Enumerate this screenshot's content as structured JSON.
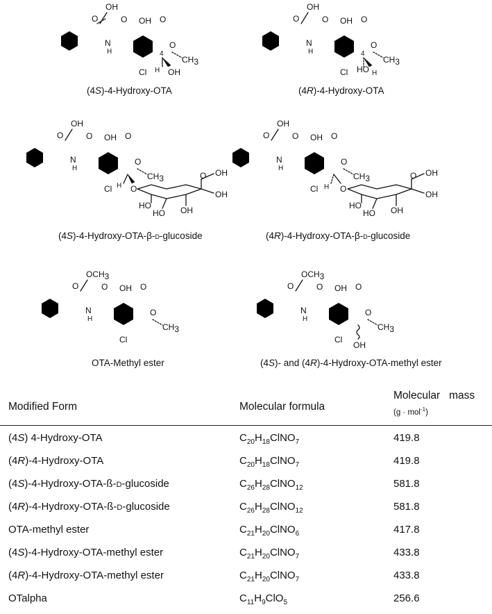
{
  "structures": [
    {
      "caption_pre": "(4",
      "caption_ital": "S",
      "caption_post": ")-4-Hydroxy-OTA",
      "acid": "O",
      "oh": "OH",
      "hyd": "OH",
      "n": "N",
      "h": "H",
      "cl": "Cl",
      "me": "CH",
      "me_sub": "3",
      "ring_o": "O",
      "carbonyl": "O",
      "oh4": "OH",
      "locant": "4",
      "h4": "H",
      "o_ring2": "O"
    },
    {
      "caption_pre": "(4",
      "caption_ital": "R",
      "caption_post": ")-4-Hydroxy-OTA"
    },
    {
      "caption_pre": "(4",
      "caption_ital": "S",
      "caption_post": ")-4-Hydroxy-OTA-β-",
      "caption_sc": "d",
      "caption_tail": "-glucoside"
    },
    {
      "caption_pre": "(4",
      "caption_ital": "R",
      "caption_post": ")-4-Hydroxy-OTA-β-",
      "caption_sc": "d",
      "caption_tail": "-glucoside"
    },
    {
      "caption_pre": "OTA-Methyl ester"
    },
    {
      "caption_pre": "(4",
      "caption_ital": "S",
      "caption_post": ")- and (4",
      "caption_ital2": "R",
      "caption_tail": ")-4-Hydroxy-OTA-methyl ester"
    }
  ],
  "atoms": {
    "O": "O",
    "OH": "OH",
    "N": "N",
    "H": "H",
    "Cl": "Cl",
    "CH": "CH",
    "three": "3",
    "four": "4",
    "OCH": "OCH"
  },
  "table": {
    "headers": {
      "form": "Modified Form",
      "formula": "Molecular formula",
      "mass_line1": "Molecular   mass",
      "mass_line2_pre": "(g · mol",
      "mass_line2_sup": "-1",
      "mass_line2_post": ")"
    },
    "rows": [
      {
        "form_pre": "(4",
        "form_ital": "S",
        "form_post": ") 4-Hydroxy-OTA",
        "formula": [
          [
            "C",
            "20"
          ],
          [
            "H",
            "18"
          ],
          [
            "ClNO",
            "7"
          ]
        ],
        "mass": "419.8"
      },
      {
        "form_pre": "(4",
        "form_ital": "R",
        "form_post": ")-4-Hydroxy-OTA",
        "formula": [
          [
            "C",
            "20"
          ],
          [
            "H",
            "18"
          ],
          [
            "ClNO",
            "7"
          ]
        ],
        "mass": "419.8"
      },
      {
        "form_pre": "(4",
        "form_ital": "S",
        "form_post": ")-4-Hydroxy-OTA-ß-",
        "form_sc": "d",
        "form_tail": "-glucoside",
        "formula": [
          [
            "C",
            "26"
          ],
          [
            "H",
            "28"
          ],
          [
            "ClNO",
            "12"
          ]
        ],
        "mass": "581.8"
      },
      {
        "form_pre": "(4",
        "form_ital": "R",
        "form_post": ")-4-Hydroxy-OTA-ß-",
        "form_sc": "d",
        "form_tail": "-glucoside",
        "formula": [
          [
            "C",
            "26"
          ],
          [
            "H",
            "28"
          ],
          [
            "ClNO",
            "12"
          ]
        ],
        "mass": "581.8"
      },
      {
        "form_pre": "OTA-methyl ester",
        "formula": [
          [
            "C",
            "21"
          ],
          [
            "H",
            "20"
          ],
          [
            "ClNO",
            "6"
          ]
        ],
        "mass": "417.8"
      },
      {
        "form_pre": "(4",
        "form_ital": "S",
        "form_post": ")-4-Hydroxy-OTA-methyl ester",
        "formula": [
          [
            "C",
            "21"
          ],
          [
            "H",
            "20"
          ],
          [
            "ClNO",
            "7"
          ]
        ],
        "mass": "433.8"
      },
      {
        "form_pre": "(4",
        "form_ital": "R",
        "form_post": ")-4-Hydroxy-OTA-methyl ester",
        "formula": [
          [
            "C",
            "21"
          ],
          [
            "H",
            "20"
          ],
          [
            "ClNO",
            "7"
          ]
        ],
        "mass": "433.8"
      },
      {
        "form_pre": "OTalpha",
        "formula": [
          [
            "C",
            "11"
          ],
          [
            "H",
            "9"
          ],
          [
            "ClO",
            "5"
          ]
        ],
        "mass": "256.6"
      }
    ]
  }
}
